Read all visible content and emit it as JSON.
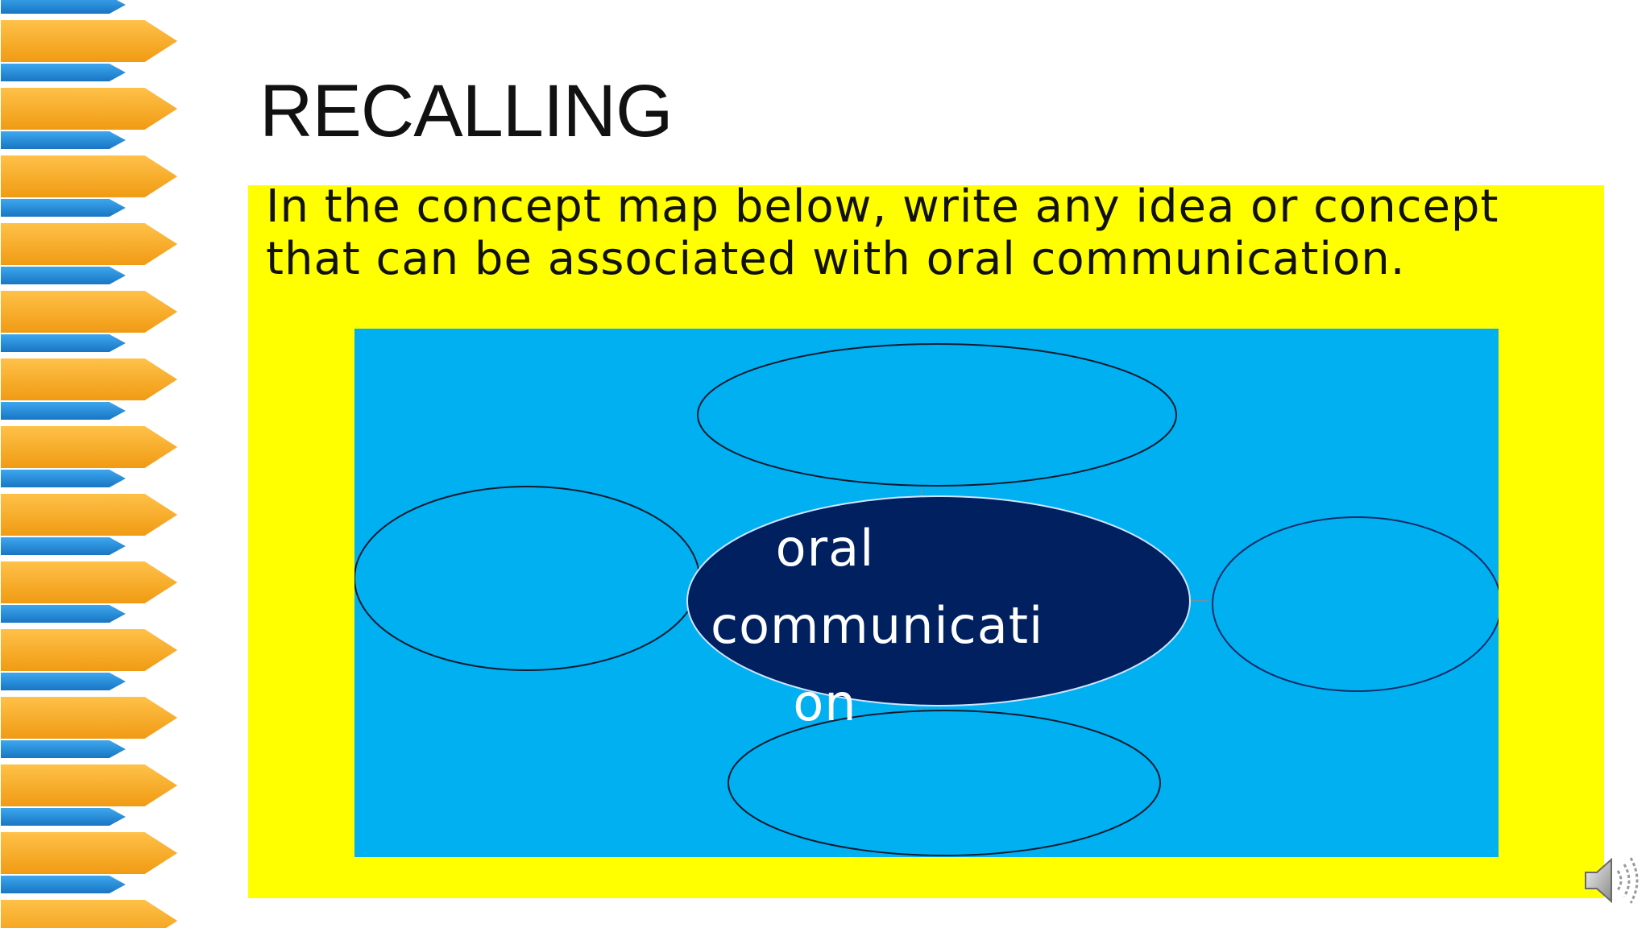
{
  "slide": {
    "title": "RECALLING",
    "instruction_line1": "In the concept map below, write any idea or concept",
    "instruction_line2": "that can be associated with oral communication.",
    "center_node": {
      "line1": "oral",
      "line2": "communicati",
      "line3": "on"
    }
  },
  "colors": {
    "panel": "#ffff00",
    "map_background": "#00b0f0",
    "center_node": "#002060",
    "arrow_orange": "#f5a623",
    "arrow_blue": "#1e90d6"
  },
  "icons": {
    "audio": "speaker-icon"
  }
}
